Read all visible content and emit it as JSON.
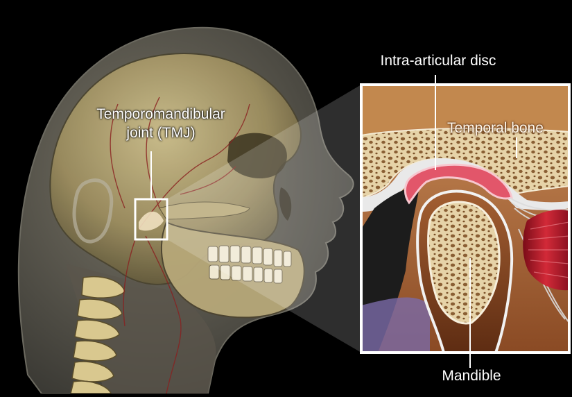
{
  "labels": {
    "tmj_line1": "Temporomandibular",
    "tmj_line2": "joint (TMJ)",
    "disc": "Intra-articular disc",
    "temporal_bone": "Temporal bone",
    "mandible": "Mandible"
  },
  "colors": {
    "background": "#000000",
    "bone": "#c9b98a",
    "disc": "#e2566a",
    "muscle": "#b3182a",
    "cartilage": "#d8d8d8",
    "skin": "#8a8478"
  }
}
